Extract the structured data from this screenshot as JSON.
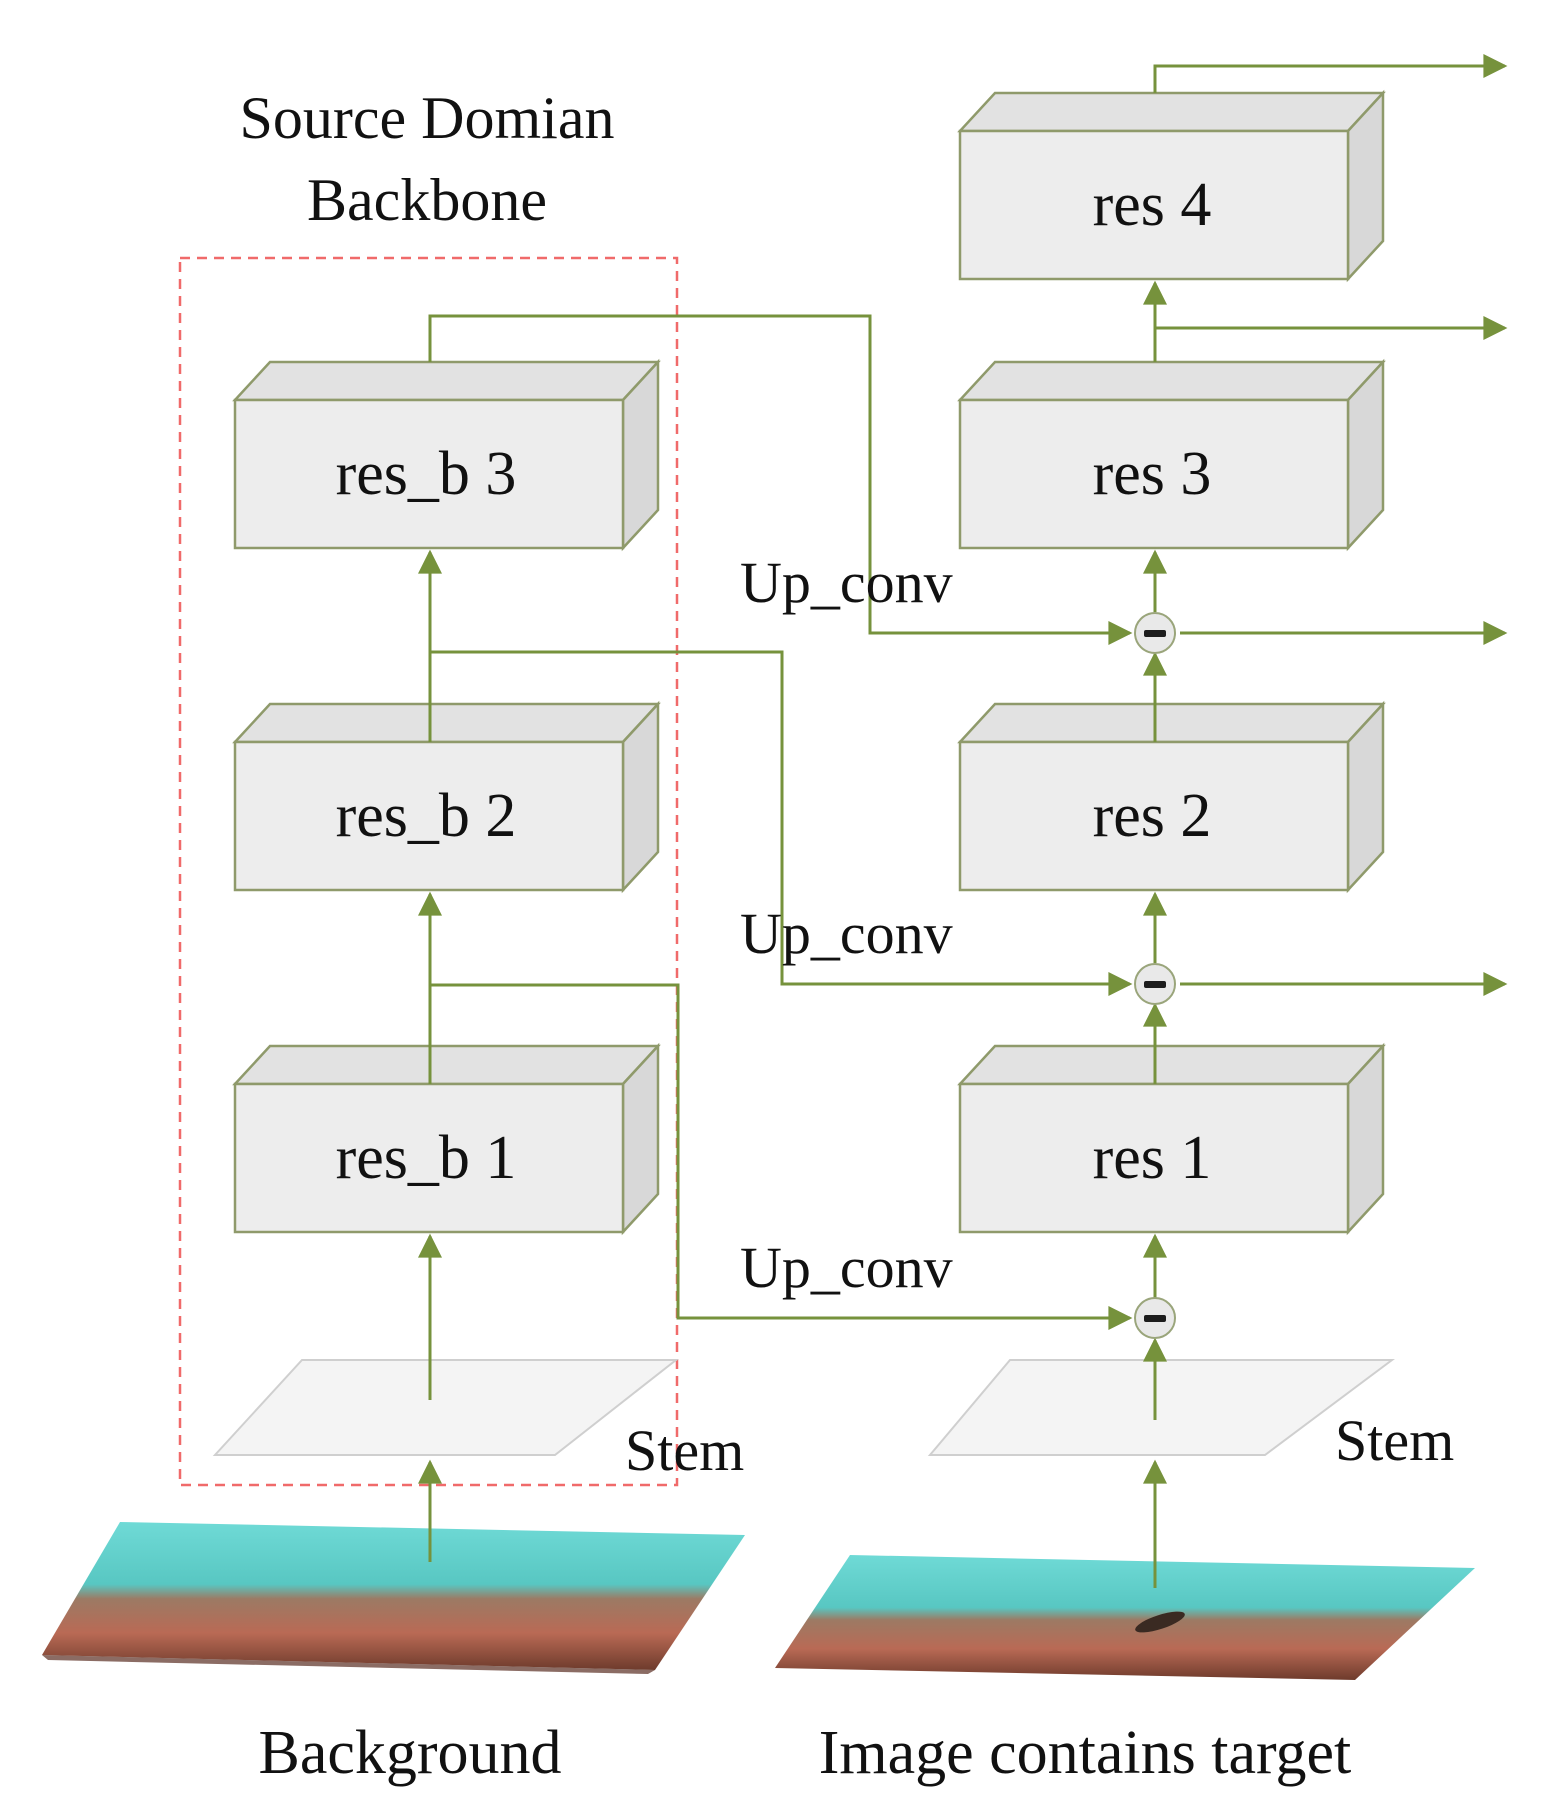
{
  "title": {
    "line1": "Source Domian",
    "line2": "Backbone"
  },
  "left_column": {
    "blocks": [
      "res_b 3",
      "res_b 2",
      "res_b 1"
    ],
    "stem_label": "Stem",
    "caption": "Background"
  },
  "right_column": {
    "blocks": [
      "res 4",
      "res 3",
      "res 2",
      "res 1"
    ],
    "stem_label": "Stem",
    "caption": "Image contains target"
  },
  "up_conv_labels": [
    "Up_conv",
    "Up_conv",
    "Up_conv"
  ],
  "colors": {
    "arrow": "#76923c",
    "dashed_frame": "#f06a6a",
    "block_fill": "#ededed",
    "block_border": "#8f9a6b"
  }
}
